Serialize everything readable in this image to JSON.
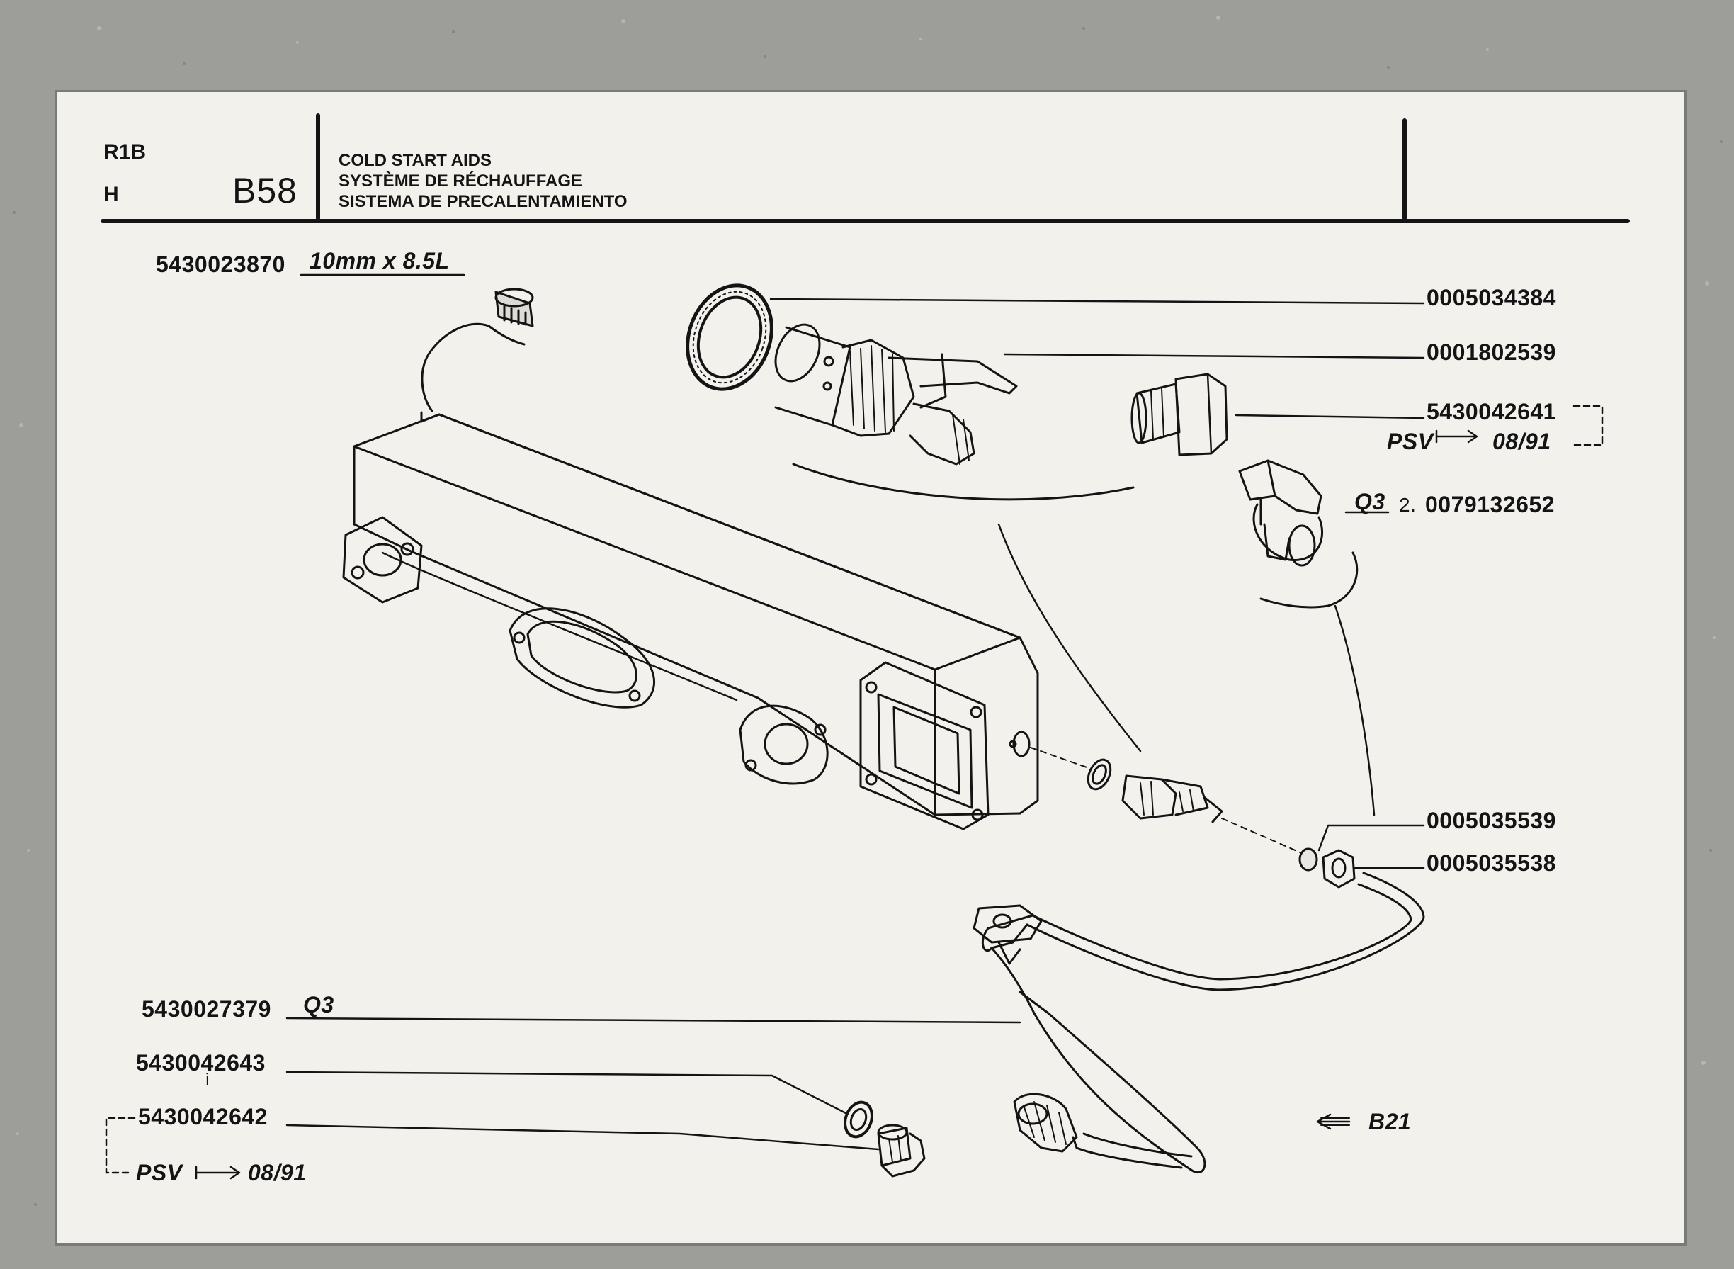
{
  "header": {
    "code_line1": "R1B",
    "code_line2": "H",
    "section": "B58",
    "title_en": "COLD START AIDS",
    "title_fr": "SYSTÈME DE RÉCHAUFFAGE",
    "title_es": "SISTEMA DE PRECALENTAMIENTO"
  },
  "parts": {
    "plug": {
      "number": "5430023870",
      "spec": "10mm x 8.5L"
    },
    "gasket": {
      "number": "0005034384"
    },
    "heater_plug": {
      "number": "0001802539"
    },
    "hex_plug": {
      "number": "5430042641",
      "psv": "PSV",
      "date": "08/91"
    },
    "clamp": {
      "qty": "2.",
      "number": "0079132652",
      "variant": "Q3"
    },
    "washer": {
      "number": "0005035539"
    },
    "nut": {
      "number": "0005035538"
    },
    "fuel_pipe": {
      "number": "5430027379",
      "variant": "Q3"
    },
    "seal_washer": {
      "number": "5430042643",
      "mark": "Ì"
    },
    "drain_plug": {
      "number": "5430042642",
      "psv": "PSV",
      "date": "08/91"
    }
  },
  "reference": {
    "page": "B21"
  },
  "colors": {
    "ink": "#141414",
    "paper": "#f2f1ec",
    "scan_border": "#9a9a96"
  }
}
